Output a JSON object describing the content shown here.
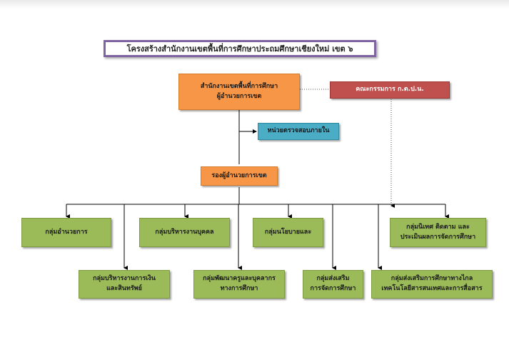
{
  "diagram": {
    "title": "โครงสร้างสำนักงานเขตพื้นที่การศึกษาประถมศึกษาเชียงใหม่ เขต ๖",
    "director": {
      "line1": "สำนักงานเขตพื้นที่การศึกษา",
      "line2": "ผู้อำนวยการเขต"
    },
    "committee": "คณะกรรมการ ก.ต.ป.น.",
    "audit_unit": "หน่วยตรวจสอบภายใน",
    "deputy": "รองผู้อำนวยการเขต",
    "groups_top": [
      {
        "line1": "กลุ่มอำนวยการ",
        "line2": ""
      },
      {
        "line1": "กลุ่มบริหารงานบุคคล",
        "line2": ""
      },
      {
        "line1": "กลุ่มนโยบายและ",
        "line2": ""
      },
      {
        "line1": "กลุ่มนิเทศ ติดตาม และ",
        "line2": "ประเมินผลการจัดการศึกษา"
      }
    ],
    "groups_bottom": [
      {
        "line1": "กลุ่มบริหารงานการเงิน",
        "line2": "และสินทรัพย์"
      },
      {
        "line1": "กลุ่มพัฒนาครูและบุคลากร",
        "line2": "ทางการศึกษา"
      },
      {
        "line1": "กลุ่มส่งเสริม",
        "line2": "การจัดการศึกษา"
      },
      {
        "line1": "กลุ่มส่งเสริมการศึกษาทางไกล",
        "line2": "เทคโนโลยีสารสนเทศและการสื่อสาร"
      }
    ],
    "colors": {
      "title_border": "#8064a2",
      "director": "#f79646",
      "committee": "#c0504d",
      "audit": "#4bacc6",
      "group": "#9bbb59"
    }
  }
}
